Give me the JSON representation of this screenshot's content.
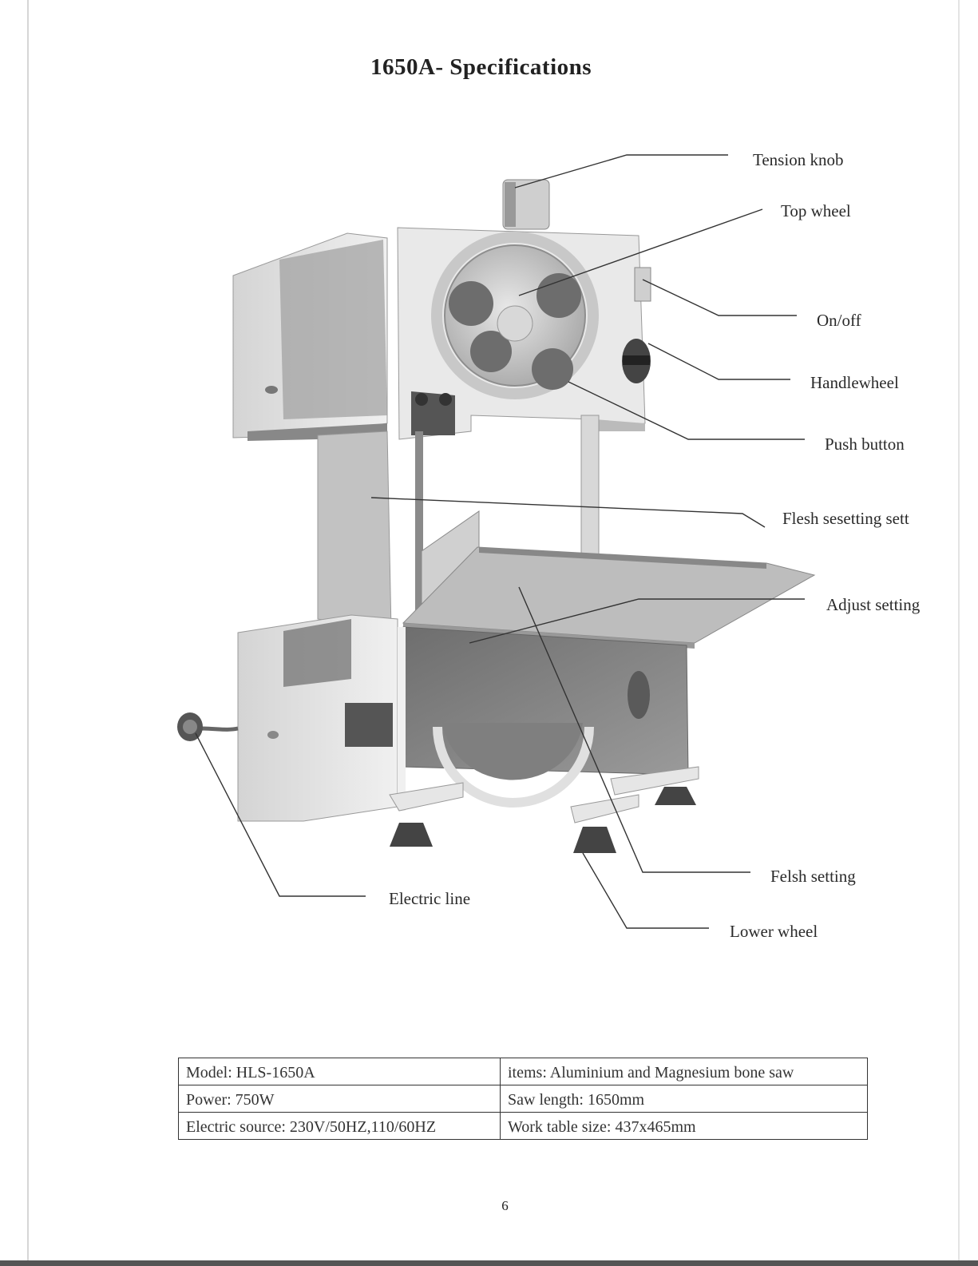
{
  "page": {
    "title": "1650A- Specifications",
    "page_number": "6"
  },
  "callouts": {
    "tension_knob": "Tension knob",
    "top_wheel": "Top wheel",
    "on_off": "On/off",
    "handlewheel": "Handlewheel",
    "push_button": "Push button",
    "flesh_sesetting": "Flesh sesetting sett",
    "adjust_setting": "Adjust setting",
    "felsh_setting": "Felsh setting",
    "lower_wheel": "Lower wheel",
    "electric_line": "Electric line"
  },
  "specs": {
    "model": "Model: HLS-1650A",
    "items": "items: Aluminium and Magnesium bone saw",
    "power": "Power: 750W",
    "saw_length": "Saw length: 1650mm",
    "electric_source": "Electric source: 230V/50HZ,110/60HZ",
    "work_table": "Work table size: 437x465mm"
  },
  "colors": {
    "machine_light": "#e6e6e6",
    "machine_mid": "#bdbdbd",
    "machine_dark": "#7a7a7a",
    "leader_line": "#333333"
  }
}
